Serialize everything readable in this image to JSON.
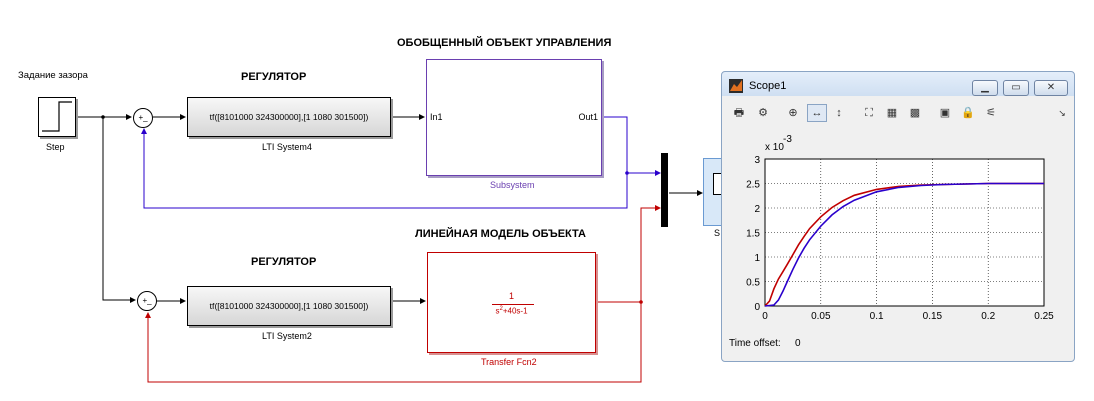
{
  "colors": {
    "signal_blue": "#2a00cc",
    "signal_red": "#c00000",
    "black": "#000000"
  },
  "labels": {
    "zadanie": "Задание зазора",
    "step": "Step",
    "regulator_top": "РЕГУЛЯТОР",
    "regulator_bottom": "РЕГУЛЯТОР",
    "object_top": "ОБОБЩЕННЫЙ ОБЪЕКТ УПРАВЛЕНИЯ",
    "object_bottom": "ЛИНЕЙНАЯ МОДЕЛЬ ОБЪЕКТА",
    "lti_top_expr": "tf([8101000 324300000],[1 1080 301500])",
    "lti_top_name": "LTI System4",
    "lti_bottom_expr": "tf([8101000 324300000],[1 1080 301500])",
    "lti_bottom_name": "LTI System2",
    "subsystem_in": "In1",
    "subsystem_out": "Out1",
    "subsystem_name": "Subsystem",
    "tf_num": "1",
    "tf_den_s": "s",
    "tf_den_exp": "2",
    "tf_den_rest": "+40s-1",
    "tf_name": "Transfer Fcn2",
    "sum_signs": "+_",
    "scope_partial": "S"
  },
  "scope": {
    "title": "Scope1",
    "time_offset_label": "Time offset:",
    "time_offset_value": "0"
  },
  "chart_data": {
    "type": "line",
    "x_ticks": [
      "0",
      "0.05",
      "0.1",
      "0.15",
      "0.2",
      "0.25"
    ],
    "y_ticks": [
      "0",
      "0.5",
      "1",
      "1.5",
      "2",
      "2.5",
      "3"
    ],
    "y_multiplier": "x 10",
    "y_exponent": "-3",
    "xlim": [
      0,
      0.25
    ],
    "ylim": [
      0,
      0.003
    ],
    "grid": true,
    "series": [
      {
        "color": "#c00000",
        "x": [
          0,
          0.004,
          0.008,
          0.012,
          0.016,
          0.02,
          0.025,
          0.03,
          0.035,
          0.04,
          0.05,
          0.06,
          0.07,
          0.08,
          0.1,
          0.12,
          0.14,
          0.16,
          0.18,
          0.2,
          0.25
        ],
        "y": [
          0,
          0.0001,
          0.00035,
          0.00055,
          0.0007,
          0.00085,
          0.00105,
          0.00125,
          0.00142,
          0.00158,
          0.00182,
          0.00201,
          0.00215,
          0.00226,
          0.00238,
          0.00244,
          0.00247,
          0.00248,
          0.00249,
          0.0025,
          0.0025
        ]
      },
      {
        "color": "#2a00cc",
        "x": [
          0,
          0.008,
          0.012,
          0.016,
          0.02,
          0.025,
          0.03,
          0.035,
          0.04,
          0.05,
          0.06,
          0.07,
          0.08,
          0.1,
          0.12,
          0.14,
          0.16,
          0.18,
          0.2,
          0.25
        ],
        "y": [
          0,
          2e-05,
          0.00012,
          0.0003,
          0.0005,
          0.00075,
          0.00098,
          0.00118,
          0.00135,
          0.00163,
          0.00186,
          0.00203,
          0.00216,
          0.00233,
          0.00242,
          0.00246,
          0.00248,
          0.00249,
          0.0025,
          0.0025
        ]
      }
    ]
  }
}
